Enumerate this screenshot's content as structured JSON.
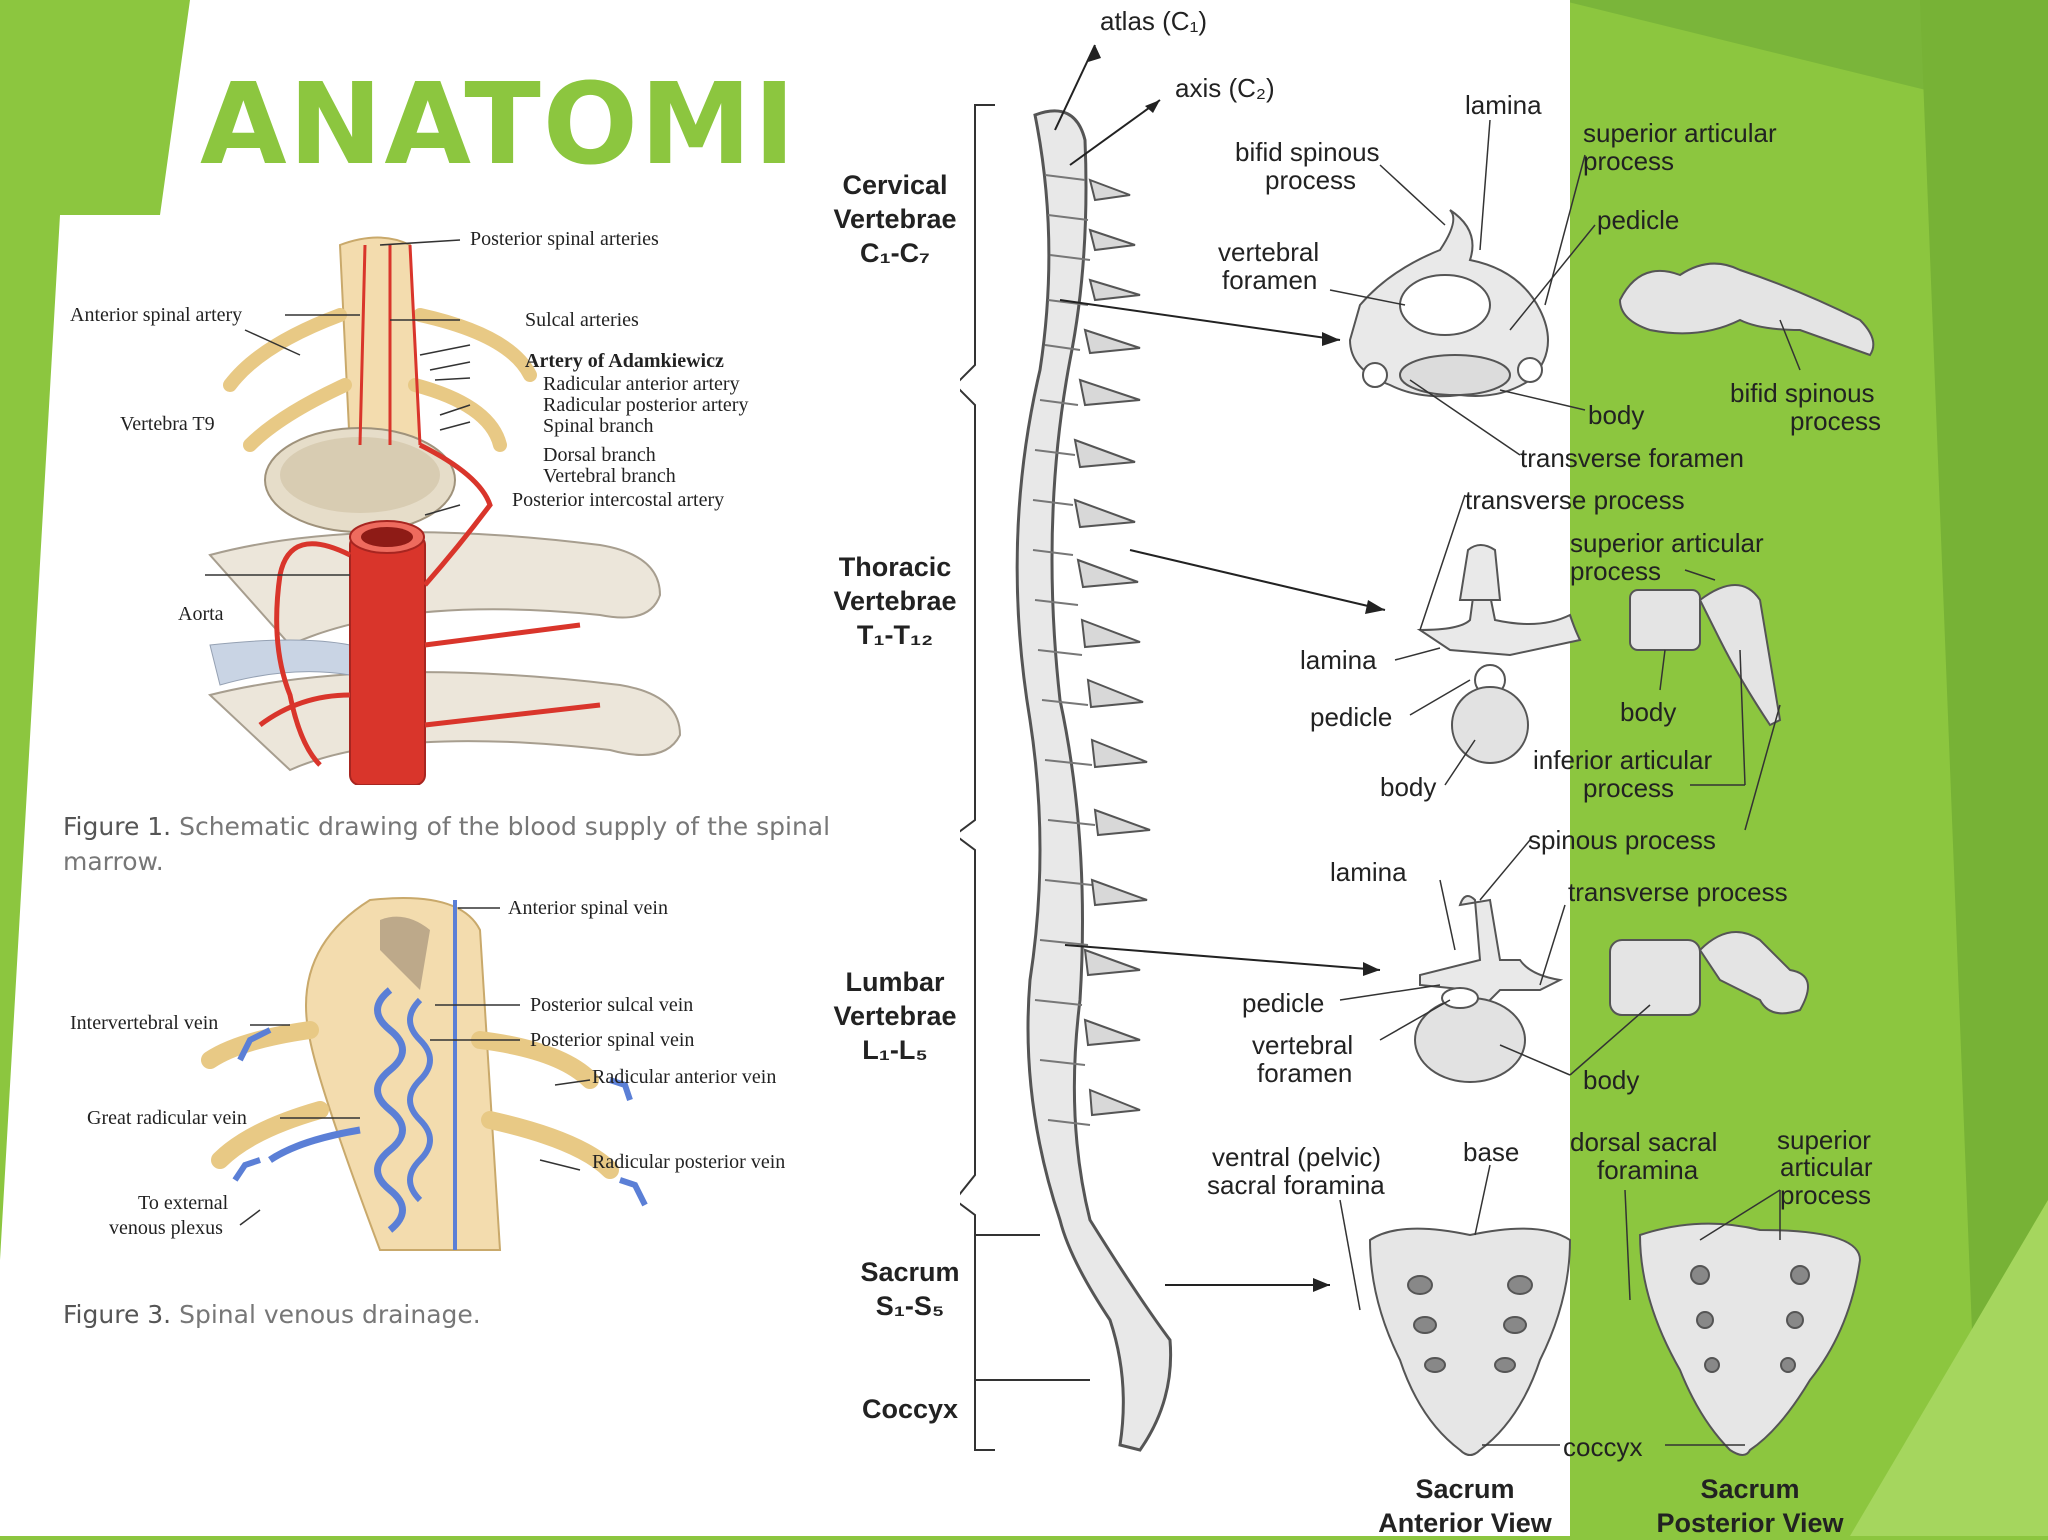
{
  "slide": {
    "title": "ANATOMI",
    "colors": {
      "background": "#8cc63f",
      "accent": "#6aa22d",
      "artery": "#d9352b",
      "vein": "#5b7fd6"
    }
  },
  "fig1": {
    "labels": {
      "posterior_spinal_arteries": "Posterior spinal arteries",
      "anterior_spinal_artery": "Anterior spinal artery",
      "sulcal_arteries": "Sulcal arteries",
      "artery_of_adamkiewicz": "Artery of Adamkiewicz",
      "radicular_anterior_artery": "Radicular anterior artery",
      "radicular_posterior_artery": "Radicular posterior artery",
      "spinal_branch": "Spinal branch",
      "vertebra_t9": "Vertebra T9",
      "dorsal_branch": "Dorsal branch",
      "vertebral_branch": "Vertebral branch",
      "posterior_intercostal_artery": "Posterior intercostal artery",
      "aorta": "Aorta"
    },
    "caption_label": "Figure 1.",
    "caption_text": "Schematic drawing of the blood supply of the spinal",
    "caption_text2": "marrow."
  },
  "fig3": {
    "labels": {
      "anterior_spinal_vein": "Anterior spinal vein",
      "intervertebral_vein": "Intervertebral vein",
      "posterior_sulcal_vein": "Posterior sulcal vein",
      "posterior_spinal_vein": "Posterior spinal vein",
      "radicular_anterior_vein": "Radicular anterior vein",
      "great_radicular_vein": "Great radicular vein",
      "radicular_posterior_vein": "Radicular posterior vein",
      "to_external_1": "To external",
      "to_external_2": "venous plexus"
    },
    "caption_label": "Figure 3.",
    "caption_text": "Spinal venous drainage."
  },
  "spine": {
    "regions": [
      {
        "name": "Cervical",
        "line2": "Vertebrae",
        "range": "C₁-C₇"
      },
      {
        "name": "Thoracic",
        "line2": "Vertebrae",
        "range": "T₁-T₁₂"
      },
      {
        "name": "Lumbar",
        "line2": "Vertebrae",
        "range": "L₁-L₅"
      },
      {
        "name": "Sacrum",
        "range": "S₁-S₅"
      },
      {
        "name": "Coccyx"
      }
    ],
    "labels": {
      "atlas": "atlas (C₁)",
      "axis": "axis (C₂)",
      "lamina": "lamina",
      "bifid_spinous_1": "bifid spinous",
      "bifid_spinous_2": "process",
      "superior_articular_1": "superior articular",
      "superior_articular_2": "process",
      "pedicle": "pedicle",
      "vertebral_foramen_1": "vertebral",
      "vertebral_foramen_2": "foramen",
      "body": "body",
      "bifid_spinous_r1": "bifid spinous",
      "bifid_spinous_r2": "process",
      "transverse_foramen": "transverse foramen",
      "transverse_process": "transverse process",
      "t_superior_articular_1": "superior articular",
      "t_superior_articular_2": "process",
      "t_lamina": "lamina",
      "t_pedicle": "pedicle",
      "t_body": "body",
      "t_body_r": "body",
      "inferior_articular_1": "inferior articular",
      "inferior_articular_2": "process",
      "spinous_process": "spinous process",
      "l_lamina": "lamina",
      "l_transverse_process": "transverse process",
      "l_pedicle": "pedicle",
      "l_vertebral_foramen_1": "vertebral",
      "l_vertebral_foramen_2": "foramen",
      "l_body": "body",
      "ventral_sacral_1": "ventral (pelvic)",
      "ventral_sacral_2": "sacral foramina",
      "base": "base",
      "dorsal_sacral_1": "dorsal sacral",
      "dorsal_sacral_2": "foramina",
      "s_superior_1": "superior",
      "s_superior_2": "articular",
      "s_superior_3": "process",
      "coccyx": "coccyx",
      "sacrum_anterior_1": "Sacrum",
      "sacrum_anterior_2": "Anterior View",
      "sacrum_posterior_1": "Sacrum",
      "sacrum_posterior_2": "Posterior View"
    }
  }
}
